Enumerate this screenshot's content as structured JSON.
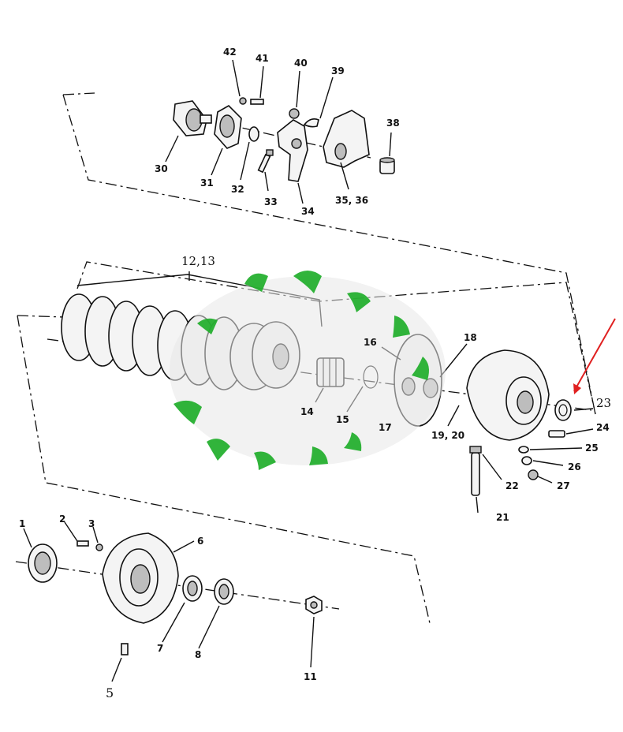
{
  "callouts": {
    "c30": "30",
    "c31": "31",
    "c32": "32",
    "c33": "33",
    "c34": "34",
    "c35_36": "35, 36",
    "c38": "38",
    "c39": "39",
    "c40": "40",
    "c41": "41",
    "c42": "42",
    "c12_13": "12,13",
    "c14": "14",
    "c15": "15",
    "c16": "16",
    "c17": "17",
    "c18": "18",
    "c19_20": "19, 20",
    "c21": "21",
    "c22": "22",
    "c23": "23",
    "c24": "24",
    "c25": "25",
    "c26": "26",
    "c27": "27",
    "c1": "1",
    "c2": "2",
    "c3": "3",
    "c5": "5",
    "c6": "6",
    "c7": "7",
    "c8": "8",
    "c11": "11"
  },
  "colors": {
    "line": "#111111",
    "watermark": "#1fae2a",
    "arrow": "#e02020"
  }
}
